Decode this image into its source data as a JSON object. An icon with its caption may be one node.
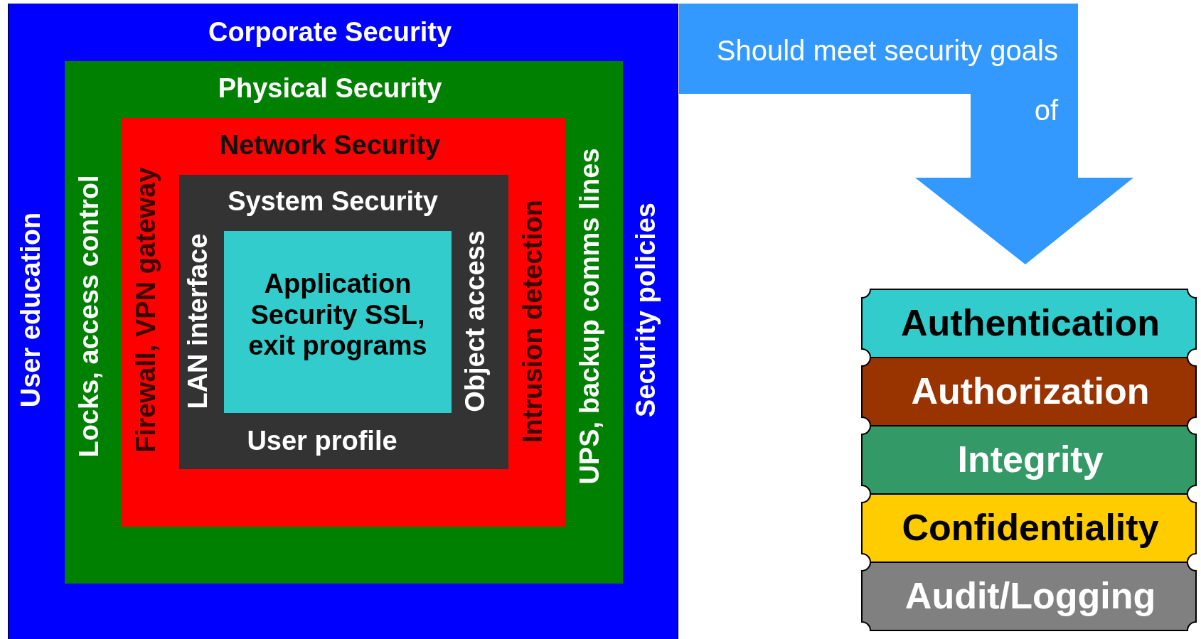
{
  "diagram": {
    "nodes": [
      {
        "text": [
          "Corporate Security",
          "User education",
          "Security policies"
        ]
      },
      {
        "text": [
          "Physical Security",
          "Locks, access control",
          "UPS, backup comms lines"
        ],
        "in": 0
      },
      {
        "text": [
          "Network Security",
          "Firewall, VPN gateway",
          "Intrusion detection"
        ],
        "in": 1
      },
      {
        "text": [
          "System Security",
          "LAN interface",
          "Object access",
          "User profile"
        ],
        "in": 2
      },
      {
        "text": [
          "Application Security SSL, exit programs"
        ],
        "in": 3
      },
      {
        "text": [
          "Should meet security goals of"
        ]
      },
      {
        "text": [
          "Authentication"
        ]
      },
      {
        "text": [
          "Authorization"
        ]
      },
      {
        "text": [
          "Integrity"
        ]
      },
      {
        "text": [
          "Confidentiality"
        ]
      },
      {
        "text": [
          "Audit/Logging"
        ]
      }
    ]
  }
}
